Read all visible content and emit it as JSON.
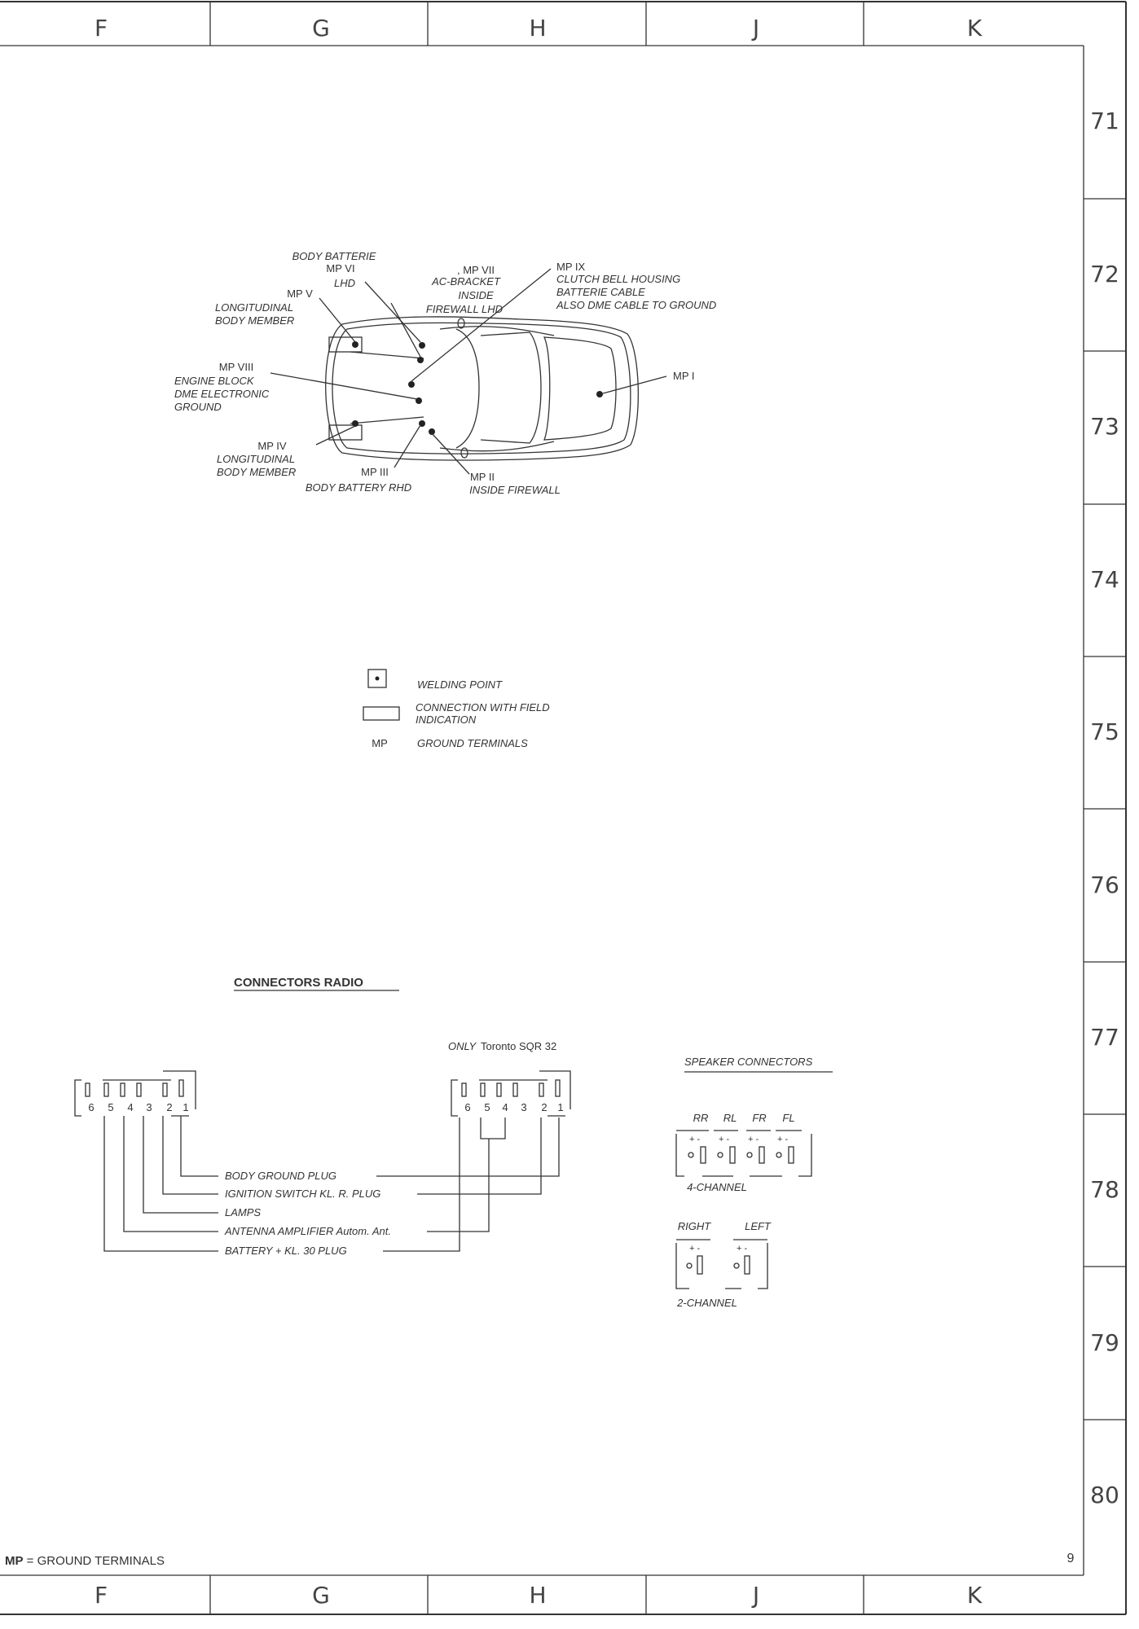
{
  "grid": {
    "columns": [
      "F",
      "G",
      "H",
      "J",
      "K"
    ],
    "rows": [
      "71",
      "72",
      "73",
      "74",
      "75",
      "76",
      "77",
      "78",
      "79",
      "80"
    ]
  },
  "ground_map": {
    "labels": {
      "body_batterie": "BODY BATTERIE",
      "mp_vi": "MP VI",
      "lhd": "LHD",
      "mp_vii": ", MP VII",
      "ac_bracket": "AC-BRACKET",
      "inside": "INSIDE",
      "firewall_lhd": "FIREWALL LHD",
      "mp_ix": "MP IX",
      "clutch": "CLUTCH BELL HOUSING",
      "batterie_cable": "BATTERIE CABLE",
      "dme_cable": "ALSO DME CABLE TO GROUND",
      "mp_v": "MP V",
      "longitudinal_1": "LONGITUDINAL",
      "body_member_1": "BODY MEMBER",
      "mp_viii": "MP VIII",
      "engine_block": "ENGINE BLOCK",
      "dme_electronic": "DME ELECTRONIC",
      "ground": "GROUND",
      "mp_i": "MP I",
      "mp_iv": "MP IV",
      "longitudinal_2": "LONGITUDINAL",
      "body_member_2": "BODY MEMBER",
      "mp_iii": "MP III",
      "body_battery_rhd": "BODY BATTERY RHD",
      "mp_ii": "MP II",
      "inside_firewall": "INSIDE FIREWALL"
    }
  },
  "legend": {
    "welding_point": "WELDING POINT",
    "connection_1": "CONNECTION WITH FIELD",
    "connection_2": "INDICATION",
    "mp_symbol": "MP",
    "ground_terminals": "GROUND TERMINALS"
  },
  "radio": {
    "title": "CONNECTORS  RADIO",
    "only_label": "ONLY",
    "only_model": "Toronto SQR 32",
    "pins": [
      "6",
      "5",
      "4",
      "3",
      "2",
      "1"
    ],
    "wires": [
      "BODY GROUND PLUG",
      "IGNITION SWITCH KL. R. PLUG",
      "LAMPS",
      "ANTENNA AMPLIFIER Autom. Ant.",
      "BATTERY + KL. 30 PLUG"
    ]
  },
  "speakers": {
    "title": "SPEAKER CONNECTORS",
    "four_labels": [
      "RR",
      "RL",
      "FR",
      "FL"
    ],
    "four_caption": "4-CHANNEL",
    "two_labels": [
      "RIGHT",
      "LEFT"
    ],
    "two_caption": "2-CHANNEL",
    "plus_minus": "+ -"
  },
  "footer": {
    "mp_bold": "MP",
    "mp_rest": " = GROUND TERMINALS",
    "page": "9"
  }
}
